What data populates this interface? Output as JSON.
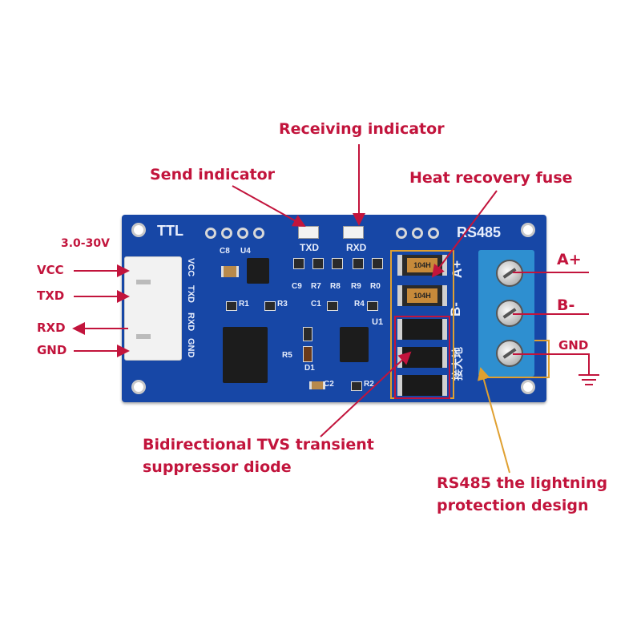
{
  "labels": {
    "receiving_indicator": "Receiving indicator",
    "send_indicator": "Send indicator",
    "heat_recovery_fuse": "Heat recovery fuse",
    "tvs_line1": "Bidirectional TVS transient",
    "tvs_line2": "suppressor diode",
    "lightning_line1": "RS485 the lightning",
    "lightning_line2": "protection design",
    "voltage": "3.0-30V",
    "pin_vcc": "VCC",
    "pin_txd": "TXD",
    "pin_rxd": "RXD",
    "pin_gnd": "GND",
    "out_a": "A+",
    "out_b": "B-",
    "out_gnd": "GND"
  },
  "silkscreen": {
    "ttl": "TTL",
    "rs485": "RS485",
    "txd": "TXD",
    "rxd": "RXD",
    "a_plus": "A+",
    "b_minus": "B-",
    "ground_cn": "接大地",
    "header_pins": [
      "VCC",
      "TXD",
      "RXD",
      "GND"
    ],
    "parts": [
      "C8",
      "U4",
      "C9",
      "R7",
      "R8",
      "R9",
      "R0",
      "R1",
      "R3",
      "C1",
      "R4",
      "U1",
      "R5",
      "D1",
      "C2",
      "R2"
    ],
    "fuse_code": "104H"
  },
  "colors": {
    "annotation": "#c2143c",
    "pcb": "#1747a6",
    "terminal": "#2e8fd0",
    "highlight_orange": "#e0a030"
  }
}
